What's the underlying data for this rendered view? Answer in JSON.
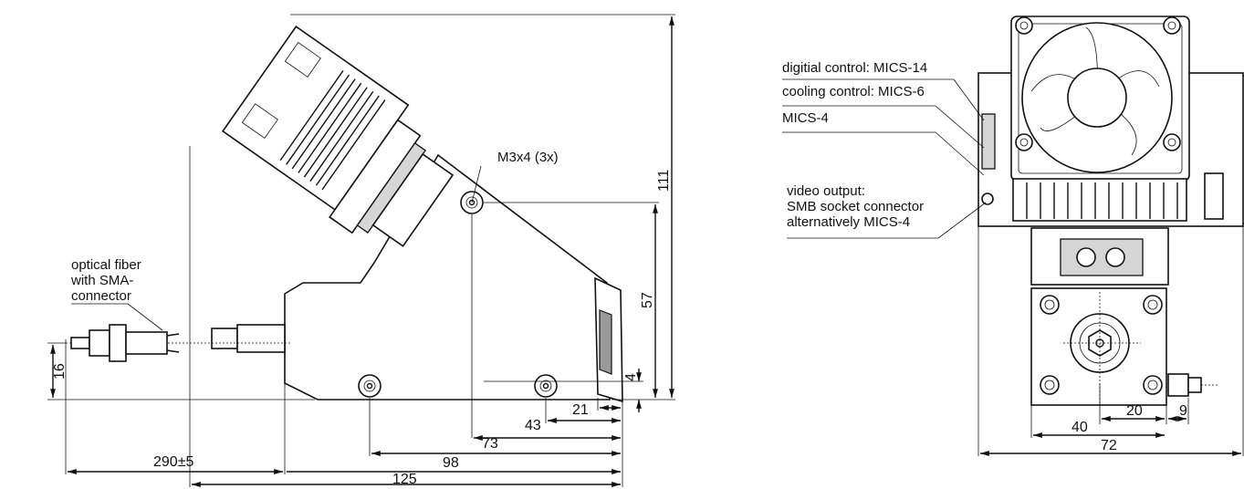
{
  "side_view": {
    "labels": {
      "screw": "M3x4 (3x)",
      "fiber": [
        "optical fiber",
        "with SMA-",
        "connector"
      ]
    },
    "dimensions": {
      "d111": "111",
      "d57": "57",
      "d16": "16",
      "d4": "4",
      "d21": "21",
      "d43": "43",
      "d73": "73",
      "d98": "98",
      "d125": "125",
      "d290": "290±5"
    }
  },
  "front_view": {
    "labels": {
      "digital": "digitial control: MICS-14",
      "cooling": "cooling control: MICS-6",
      "mics4": "MICS-4",
      "video": [
        "video output:",
        "SMB socket connector",
        "alternatively MICS-4"
      ]
    },
    "dimensions": {
      "d40": "40",
      "d20": "20",
      "d9": "9",
      "d72": "72"
    }
  }
}
